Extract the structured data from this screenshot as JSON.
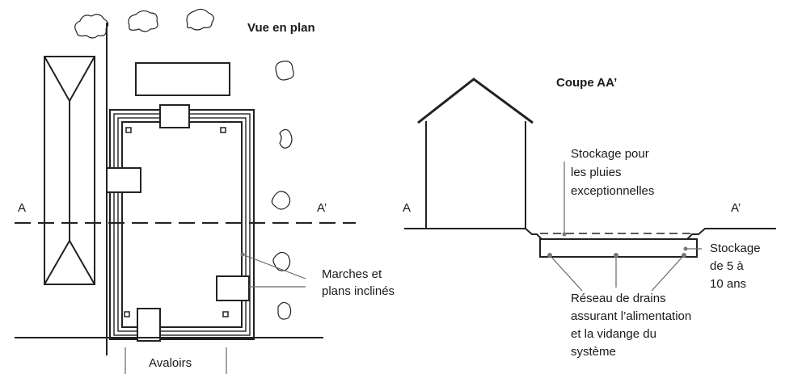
{
  "plan_view": {
    "title": "Vue en plan",
    "section_left_label": "A",
    "section_right_label": "A’",
    "label_steps_line1": "Marches et",
    "label_steps_line2": "plans inclinés",
    "label_inlets": "Avaloirs"
  },
  "section_view": {
    "title": "Coupe AA’",
    "left_label": "A",
    "right_label": "A’",
    "label_exceptional_line1": "Stockage pour",
    "label_exceptional_line2": "les pluies",
    "label_exceptional_line3": "exceptionnelles",
    "label_storage_line1": "Stockage",
    "label_storage_line2": "de 5 à",
    "label_storage_line3": "10 ans",
    "label_drains_line1": "Réseau de drains",
    "label_drains_line2": "assurant l’alimentation",
    "label_drains_line3": "et la vidange du",
    "label_drains_line4": "système"
  }
}
